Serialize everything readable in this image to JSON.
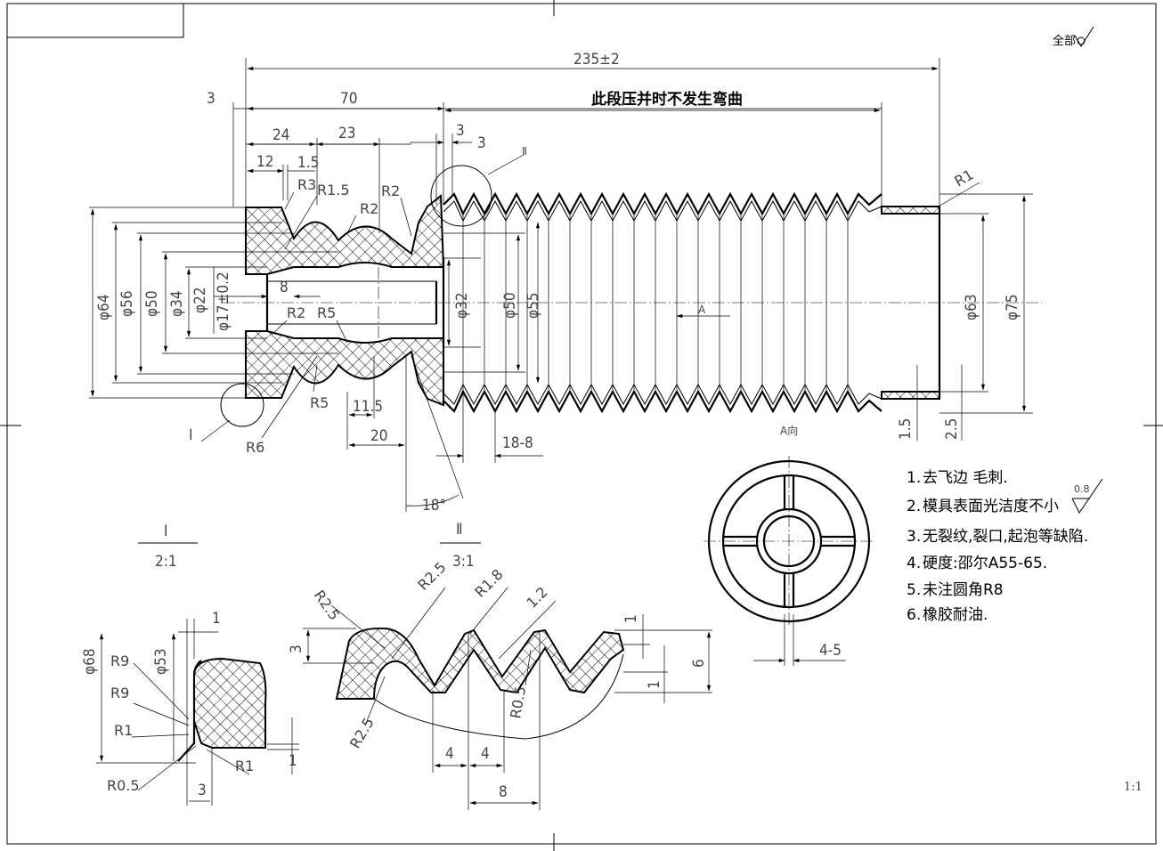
{
  "title_block": {
    "label": ""
  },
  "surface_finish_all": "全部",
  "scale": "1:1",
  "main_view": {
    "overall_length": "235±2",
    "no_bend_note": "此段压并时不发生弯曲",
    "dim_3_left": "3",
    "dim_70": "70",
    "dim_24": "24",
    "dim_23": "23",
    "dim_12": "12",
    "dim_1_5": "1.5",
    "dim_3_a": "3",
    "dim_3_b": "3",
    "dim_8": "8",
    "dim_11_5": "11.5",
    "dim_20": "20",
    "dim_18_8": "18-8",
    "angle_18": "18°",
    "dim_1_5_right": "1.5",
    "dim_2_5_right": "2.5",
    "d64": "φ64",
    "d56": "φ56",
    "d50_left": "φ50",
    "d34": "φ34",
    "d22": "φ22",
    "d17": "φ17±0.2",
    "d32": "φ32",
    "d50_mid": "φ50",
    "d55": "φ55",
    "d63": "φ63",
    "d75": "φ75",
    "r3": "R3",
    "r1_5": "R1.5",
    "r2_top_a": "R2",
    "r2_top_b": "R2",
    "r2_low": "R2",
    "r5_low": "R5",
    "r5_bottom": "R5",
    "r6": "R6",
    "r1_right": "R1",
    "detail_I_tag": "I",
    "detail_II_tag": "Ⅱ",
    "arrow_A": "A",
    "view_A": "A向"
  },
  "detail_I": {
    "label": "I",
    "scale": "2:1",
    "d68": "φ68",
    "d53": "φ53",
    "r9_a": "R9",
    "r9_b": "R9",
    "r1_a": "R1",
    "r1_b": "R1",
    "r0_5": "R0.5",
    "dim_1_top": "1",
    "dim_3": "3",
    "dim_1_right": "1"
  },
  "detail_II": {
    "label": "Ⅱ",
    "scale": "3:1",
    "r2_5_a": "R2.5",
    "r2_5_b": "R2.5",
    "r2_5_c": "R2.5",
    "r1_8": "R1.8",
    "t1_2": "1.2",
    "r0_5": "R0.5",
    "dim_3": "3",
    "dim_1_a": "1",
    "dim_1_b": "1",
    "dim_6": "6",
    "dim_4_a": "4",
    "dim_4_b": "4",
    "dim_8": "8"
  },
  "view_A_drawing": {
    "dim_4_5": "4-5"
  },
  "notes": [
    {
      "num": "1.",
      "text": "去飞边 毛刺."
    },
    {
      "num": "2.",
      "text": "模具表面光洁度不小"
    },
    {
      "num": "3.",
      "text": "无裂纹,裂口,起泡等缺陷."
    },
    {
      "num": "4.",
      "text": "硬度:邵尔A55-65."
    },
    {
      "num": "5.",
      "text": "未注圆角R8"
    },
    {
      "num": "6.",
      "text": "橡胶耐油."
    }
  ],
  "finish_value": "0.8",
  "colors": {
    "line": "#000000",
    "text": "#444444",
    "background": "#ffffff"
  }
}
